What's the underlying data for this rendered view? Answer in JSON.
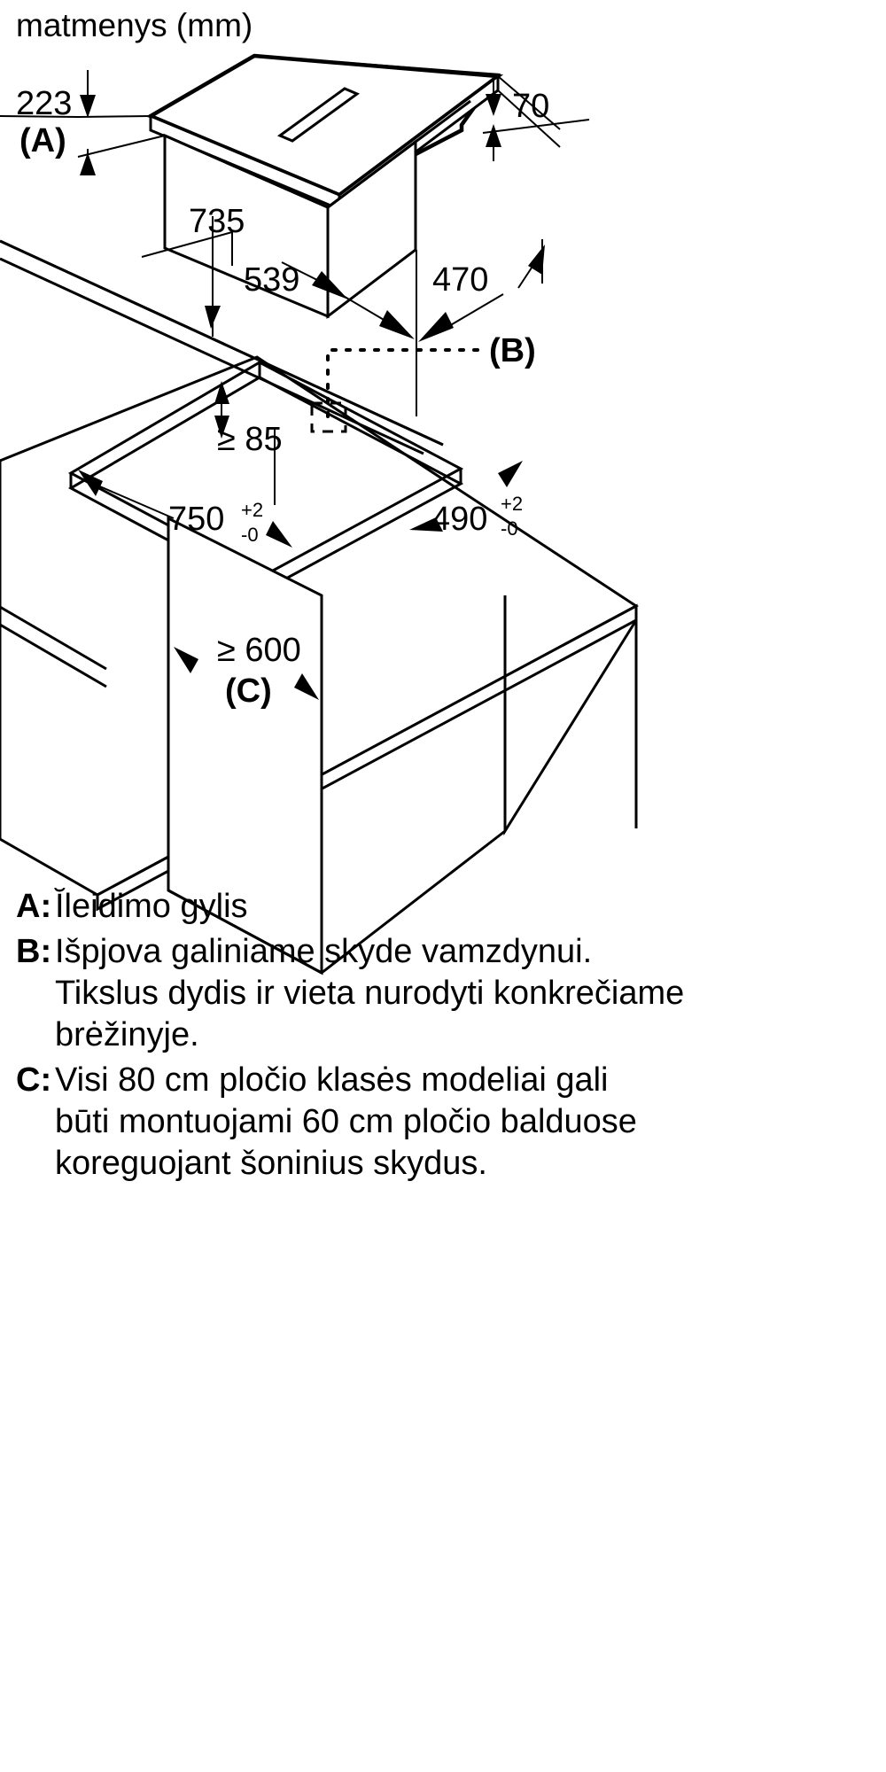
{
  "title": "matmenys (mm)",
  "dimensions": {
    "appliance_depth": "223",
    "appliance_depth_ref": "(A)",
    "cooktop_thickness": "70",
    "width_total": "735",
    "width_left": "539",
    "width_right": "470",
    "worktop_min_thickness": "≥ 85",
    "cutout_width": "750",
    "cutout_width_tol_plus": "+2",
    "cutout_width_tol_minus": "-0",
    "cutout_depth": "490",
    "cutout_depth_tol_plus": "+2",
    "cutout_depth_tol_minus": "-0",
    "cabinet_min_depth": "≥ 600",
    "cabinet_ref": "(C)",
    "pipe_cutout_ref": "(B)"
  },
  "legend": [
    {
      "key": "A:",
      "lines": [
        "Ĭleidimo gylis"
      ]
    },
    {
      "key": "B:",
      "lines": [
        "Išpjova galiniame skyde vamzdynui.",
        "Tikslus dydis ir vieta nurodyti konkrečiame",
        "brėžinyje."
      ]
    },
    {
      "key": "C:",
      "lines": [
        "Visi 80 cm pločio klasės modeliai gali",
        "būti montuojami 60 cm pločio balduose",
        "koreguojant šoninius skydus."
      ]
    }
  ],
  "colors": {
    "line": "#000000",
    "background": "#ffffff",
    "text": "#000000"
  }
}
